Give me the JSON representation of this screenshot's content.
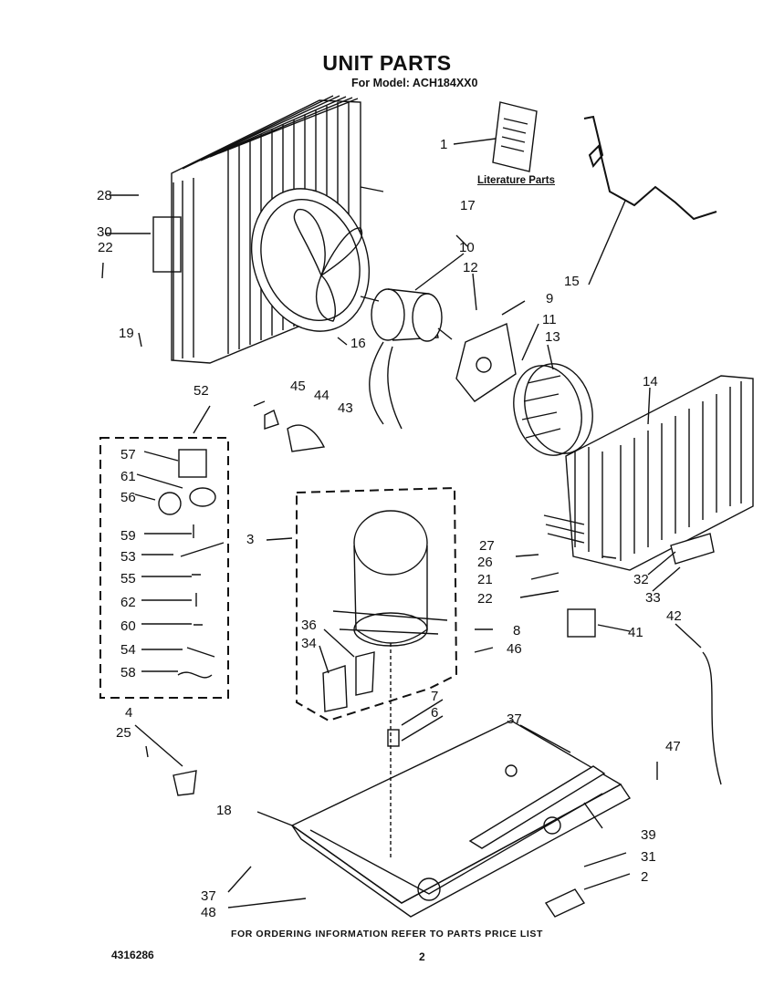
{
  "title": "UNIT PARTS",
  "subtitle": "For Model: ACH184XX0",
  "literature_label": "Literature Parts",
  "footer": "FOR ORDERING INFORMATION REFER TO PARTS PRICE LIST",
  "doc_number": "4316286",
  "page_number": "2",
  "part_labels": [
    "1",
    "2",
    "3",
    "4",
    "6",
    "7",
    "8",
    "9",
    "10",
    "11",
    "12",
    "13",
    "14",
    "15",
    "16",
    "17",
    "18",
    "19",
    "21",
    "22",
    "22",
    "25",
    "26",
    "27",
    "28",
    "30",
    "31",
    "32",
    "33",
    "34",
    "36",
    "37",
    "37",
    "39",
    "41",
    "42",
    "43",
    "44",
    "45",
    "46",
    "47",
    "48",
    "52",
    "53",
    "54",
    "55",
    "56",
    "57",
    "58",
    "59",
    "60",
    "61",
    "62"
  ]
}
